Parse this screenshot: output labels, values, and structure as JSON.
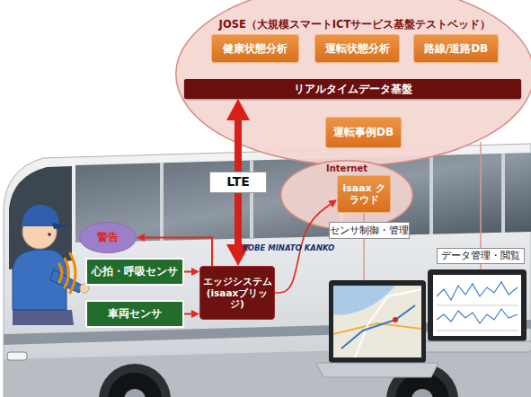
{
  "diagram": {
    "nodes": [
      {
        "text": [
          "JOSE（大規模スマートICTサービス基盤テストベッド）"
        ]
      },
      {
        "text": [
          "健康状態分析"
        ],
        "in": 0
      },
      {
        "text": [
          "運転状態分析"
        ],
        "in": 0
      },
      {
        "text": [
          "路線/道路DB"
        ],
        "in": 0
      },
      {
        "text": [
          "リアルタイムデータ基盤"
        ],
        "in": 0
      },
      {
        "text": [
          "運転事例DB"
        ],
        "in": 0
      },
      {
        "text": [
          "Internet"
        ]
      },
      {
        "text": [
          "isaax クラウド"
        ],
        "in": 6
      },
      {
        "text": [
          "警告"
        ]
      },
      {
        "text": [
          "心拍・呼吸センサ"
        ]
      },
      {
        "text": [
          "車両センサ"
        ]
      },
      {
        "text": [
          "エッジシステム (isaaxブリッジ)"
        ]
      }
    ],
    "edges": [
      {
        "from": 11,
        "to": 4,
        "arrow": "both",
        "label": "LTE"
      },
      {
        "from": 9,
        "to": 11,
        "arrow": "to"
      },
      {
        "from": 10,
        "to": 11,
        "arrow": "to"
      },
      {
        "from": 11,
        "to": 8,
        "arrow": "to"
      },
      {
        "from": 11,
        "to": 7,
        "arrow": "to"
      }
    ],
    "labels": [
      "センサ制御・管理",
      "データ管理・閲覧",
      "KOBE MINATO KANKO"
    ]
  }
}
